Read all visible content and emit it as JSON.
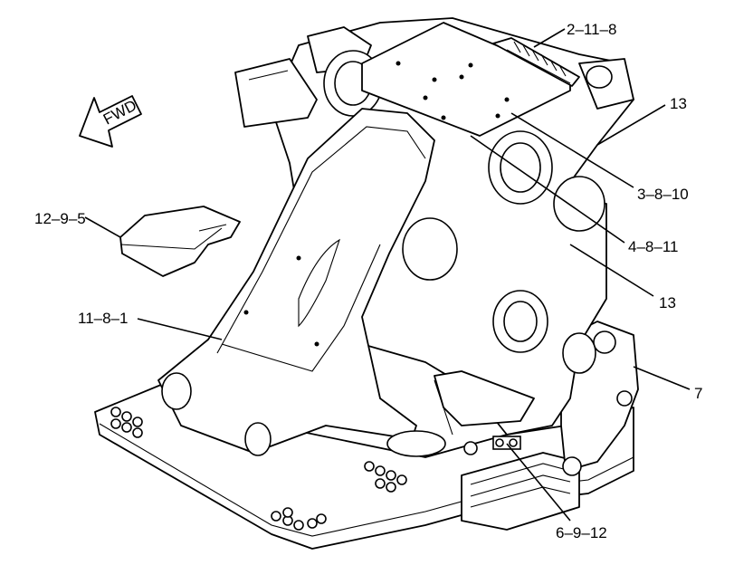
{
  "callouts": [
    {
      "id": "c1",
      "text": "2–11–8"
    },
    {
      "id": "c2",
      "text": "13"
    },
    {
      "id": "c3",
      "text": "3–8–10"
    },
    {
      "id": "c4",
      "text": "12–9–5"
    },
    {
      "id": "c5",
      "text": "4–8–11"
    },
    {
      "id": "c6",
      "text": "13"
    },
    {
      "id": "c7",
      "text": "11–8–1"
    },
    {
      "id": "c8",
      "text": "7"
    },
    {
      "id": "c9",
      "text": "6–9–12"
    }
  ],
  "direction_label": "FWD"
}
